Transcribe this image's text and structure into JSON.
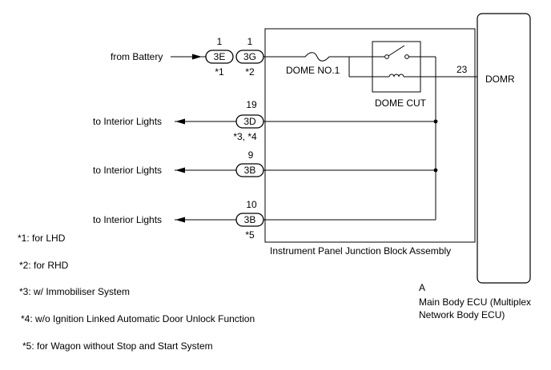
{
  "connections": {
    "battery_label": "from Battery",
    "interior1_label": "to Interior Lights",
    "interior2_label": "to Interior Lights",
    "interior3_label": "to Interior Lights"
  },
  "connectors": {
    "c3e": {
      "name": "3E",
      "pin": "1",
      "note": "*1"
    },
    "c3g": {
      "name": "3G",
      "pin": "1",
      "note": "*2"
    },
    "c3d": {
      "name": "3D",
      "pin": "19",
      "note": "*3, *4"
    },
    "c3b1": {
      "name": "3B",
      "pin": "9"
    },
    "c3b2": {
      "name": "3B",
      "pin": "10",
      "note": "*5"
    }
  },
  "junction_block": {
    "label": "Instrument Panel Junction Block Assembly",
    "fuse_label": "DOME NO.1",
    "relay_label": "DOME CUT"
  },
  "ecu": {
    "pin": "23",
    "terminal": "DOMR",
    "connector": "A",
    "name_line1": "Main Body ECU (Multiplex",
    "name_line2": "Network Body ECU)"
  },
  "notes": [
    "*1: for LHD",
    "*2: for RHD",
    "*3: w/ Immobiliser System",
    "*4: w/o Ignition Linked Automatic Door Unlock Function",
    "*5: for Wagon without Stop and Start System"
  ]
}
